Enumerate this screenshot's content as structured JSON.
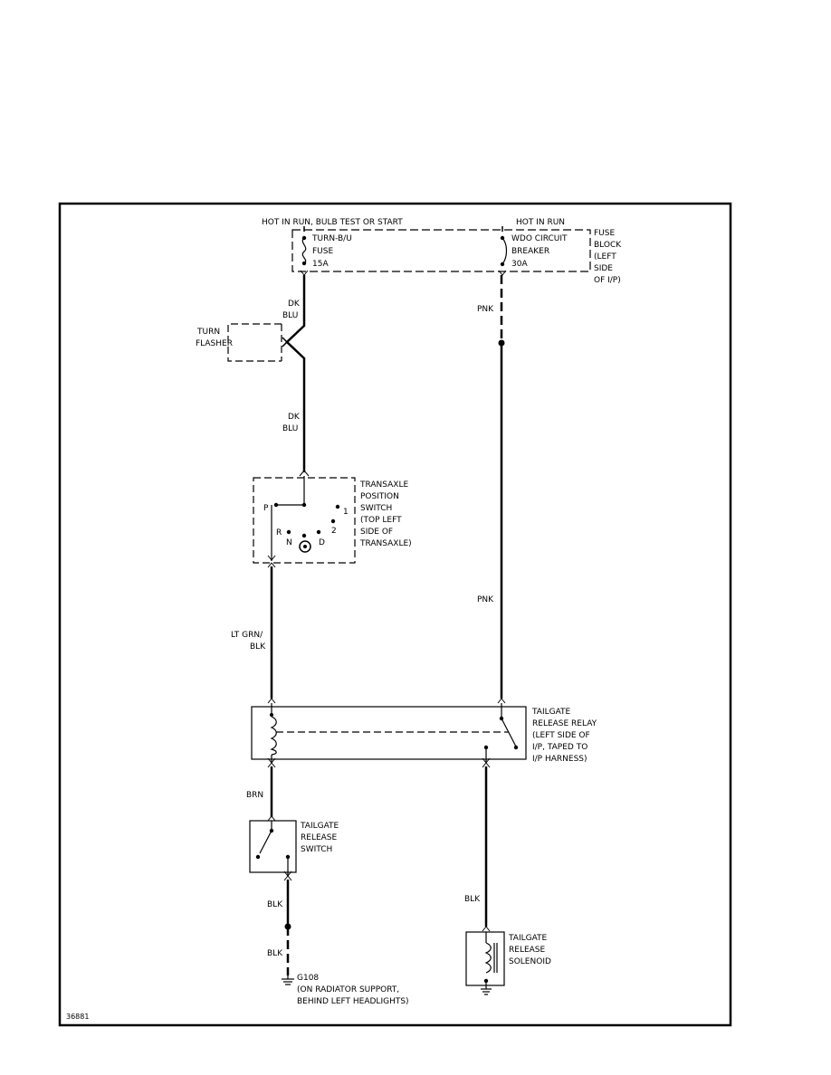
{
  "fuse_block": {
    "hot_left": "HOT IN RUN, BULB TEST OR START",
    "hot_right": "HOT IN RUN",
    "label": [
      "FUSE",
      "BLOCK",
      "(LEFT",
      "SIDE",
      "OF I/P)"
    ],
    "fuse_left": [
      "TURN-B/U",
      "FUSE",
      "15A"
    ],
    "breaker_right": [
      "WDO CIRCUIT",
      "BREAKER",
      "30A"
    ]
  },
  "wires": {
    "dk_blu": [
      "DK",
      "BLU"
    ],
    "pnk": "PNK",
    "lt_grn_blk": [
      "LT GRN/",
      "BLK"
    ],
    "brn": "BRN",
    "blk": "BLK"
  },
  "turn_flasher": [
    "TURN",
    "FLASHER"
  ],
  "transaxle_switch": {
    "label": [
      "TRANSAXLE",
      "POSITION",
      "SWITCH",
      "(TOP LEFT",
      "SIDE OF",
      "TRANSAXLE)"
    ],
    "positions": [
      "P",
      "R",
      "N",
      "D",
      "2",
      "1"
    ]
  },
  "relay": [
    "TAILGATE",
    "RELEASE RELAY",
    "(LEFT SIDE OF",
    "I/P, TAPED TO",
    "I/P HARNESS)"
  ],
  "release_switch": [
    "TAILGATE",
    "RELEASE",
    "SWITCH"
  ],
  "solenoid": [
    "TAILGATE",
    "RELEASE",
    "SOLENOID"
  ],
  "ground": [
    "G108",
    "(ON RADIATOR SUPPORT,",
    "BEHIND LEFT HEADLIGHTS)"
  ],
  "figure_id": "36881"
}
